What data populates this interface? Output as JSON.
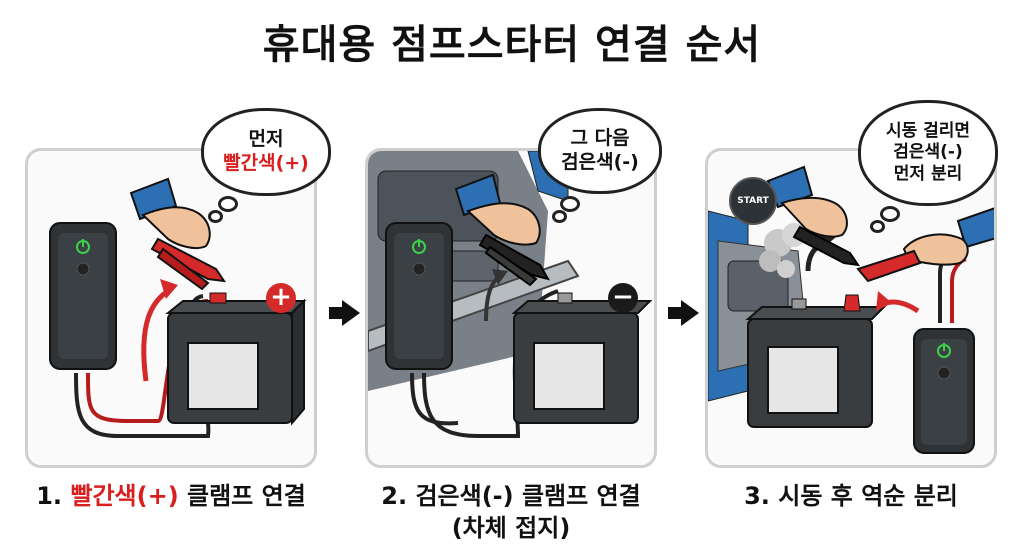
{
  "title": "휴대용 점프스타터 연결 순서",
  "steps": [
    {
      "bubble": [
        "먼저",
        "빨간색(+)"
      ],
      "caption_num": "1.",
      "caption_red": "빨간색(+)",
      "caption_rest": " 클램프 연결",
      "sign": "+"
    },
    {
      "bubble": [
        "그 다음",
        "검은색(-)"
      ],
      "caption_line1": "2. 검은색(-) 클램프 연결",
      "caption_line2": "(차체 접지)",
      "sign": "−"
    },
    {
      "bubble": [
        "시동 걸리면",
        "검은색(-)",
        "먼저 분리"
      ],
      "caption": "3. 시동 후 역순 분리",
      "start_label": "START"
    }
  ],
  "colors": {
    "accent_red": "#d81e1e",
    "clamp_red": "#d42a2a",
    "clamp_black": "#222222",
    "sleeve_blue": "#2c6fb3",
    "battery_body": "#3a3d40",
    "device_body": "#2f3336",
    "power_green": "#3ecf4a"
  },
  "icons": [
    "power-icon",
    "plus-sign-icon",
    "minus-sign-icon",
    "arrow-right-icon",
    "start-button-icon",
    "smoke-icon"
  ]
}
